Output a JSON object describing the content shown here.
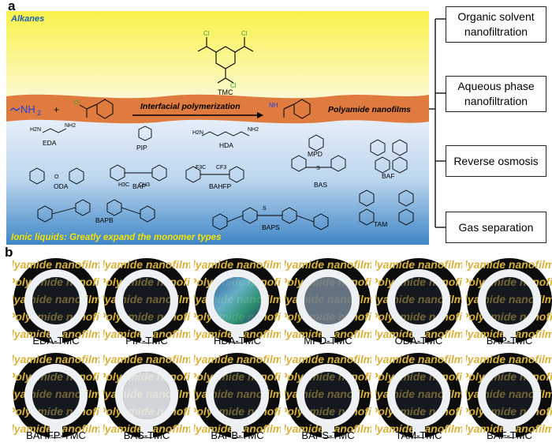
{
  "panel_a": {
    "label": "a",
    "phase_top": "Alkanes",
    "phase_bottom": "Ionic liquids: Greatly expand the monomer types",
    "reaction_arrow": "Interfacial polymerization",
    "product": "Polyamide nanofilms",
    "amine_group": "NH",
    "amine_subscript": "2",
    "product_nh": "NH",
    "cl": "Cl",
    "plus": "+",
    "acyl_monomer": "TMC",
    "amines": [
      "EDA",
      "PIP",
      "HDA",
      "MPD",
      "BAF",
      "ODA",
      "BAP",
      "BAHFP",
      "BAS",
      "BAPB",
      "BAPS",
      "TAM"
    ],
    "struct_text": {
      "h2n": "H2N",
      "nh2": "NH2",
      "h3c": "H3C",
      "ch3": "CH3",
      "f3c": "F3C",
      "cf3": "CF3",
      "o": "O",
      "s": "S"
    },
    "applications": [
      "Organic solvent nanofiltration",
      "Aqueous phase nanofiltration",
      "Reverse osmosis",
      "Gas separation"
    ],
    "colors": {
      "alkane_top": "#f8f24a",
      "alkane_bottom": "#fdf9c4",
      "interface": "#e07b3f",
      "ionic_top": "#eef4fb",
      "ionic_bottom": "#3f86c6",
      "phase_text": "#1a5fb4",
      "ionic_text": "#f5e200",
      "nh2_blue": "#1f3fe0",
      "cl_green": "#2fa82f"
    }
  },
  "panel_b": {
    "label": "b",
    "watermark": "Polyamide nanofilm",
    "samples": [
      {
        "label": "EDA-TMC",
        "film": "dark"
      },
      {
        "label": "PIP-TMC",
        "film": "dark"
      },
      {
        "label": "HDA-TMC",
        "film": "iridescent"
      },
      {
        "label": "MPD-TMC",
        "film": "grey"
      },
      {
        "label": "ODA-TMC",
        "film": "dark"
      },
      {
        "label": "BAP-TMC",
        "film": "dark"
      },
      {
        "label": "BAHFP-TMC",
        "film": "dark"
      },
      {
        "label": "BAS-TMC",
        "film": "white"
      },
      {
        "label": "BAPB-TMC",
        "film": "dark"
      },
      {
        "label": "BAPS-TMC",
        "film": "dark"
      },
      {
        "label": "TAM-TMC",
        "film": "dark"
      },
      {
        "label": "BAF-TMC",
        "film": "dark"
      }
    ]
  }
}
